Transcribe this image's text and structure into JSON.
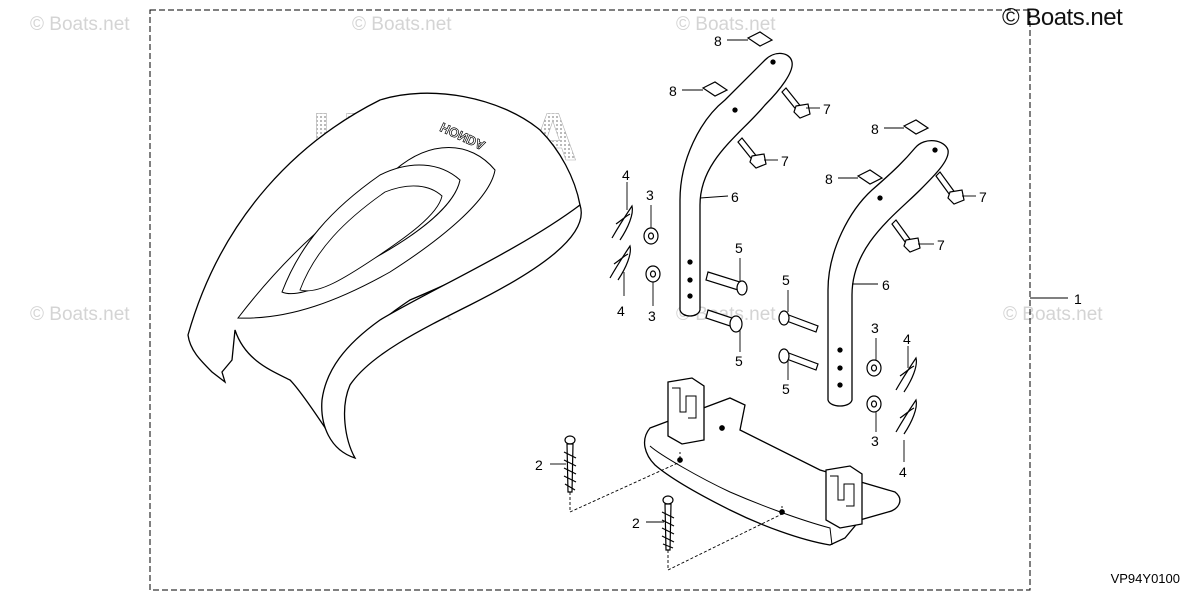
{
  "copyright": "© Boats.net",
  "watermark": "© Boats.net",
  "diagram_code": "VP94Y0100",
  "brand_lettering": "HONDA",
  "callouts": {
    "assembly": "1",
    "screw": "2",
    "washer": "3",
    "clip": "4",
    "pin": "5",
    "frame": "6",
    "bolt": "7",
    "nut": "8"
  }
}
